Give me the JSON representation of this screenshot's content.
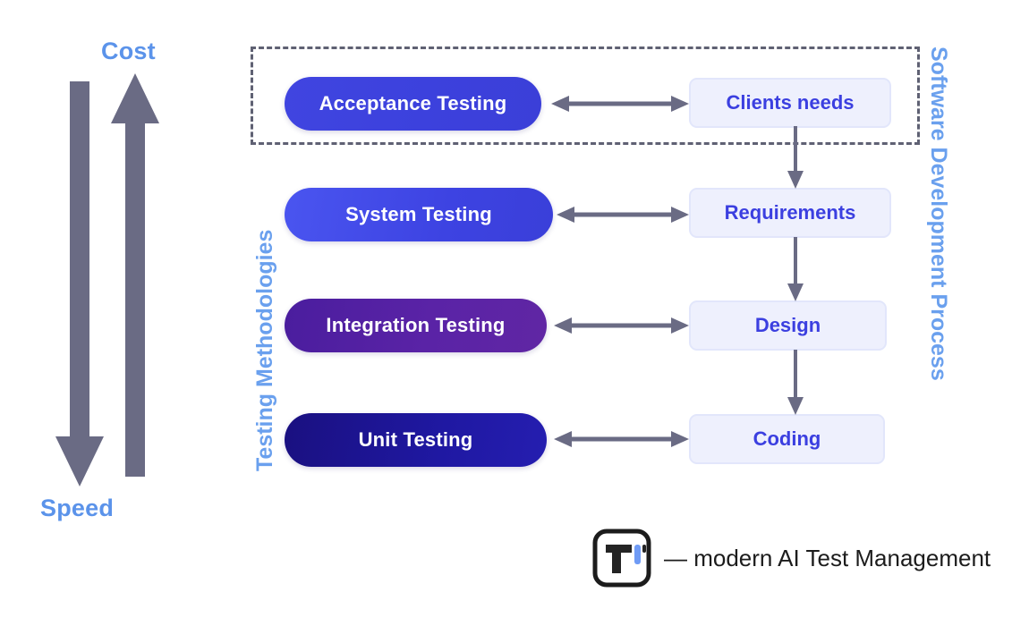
{
  "diagram": {
    "axis": {
      "top_label": "Cost",
      "bottom_label": "Speed",
      "cost_arrow_direction": "up",
      "speed_arrow_direction": "down",
      "label_color": "#5b93ea",
      "arrow_color": "#6a6b84"
    },
    "side_captions": {
      "left": "Testing Methodologies",
      "right": "Software Development Process",
      "color": "#6aa0ee"
    },
    "group_box": {
      "style": "dashed",
      "color": "#5f6173",
      "contains": [
        "Acceptance Testing",
        "Clients needs"
      ]
    },
    "testing_levels": [
      {
        "label": "Acceptance Testing",
        "color": "#3c41dd",
        "text_color": "#ffffff"
      },
      {
        "label": "System Testing",
        "color": "#3d43e2",
        "text_color": "#ffffff"
      },
      {
        "label": "Integration Testing",
        "color": "#5a23a6",
        "text_color": "#ffffff"
      },
      {
        "label": "Unit Testing",
        "color": "#1f18a2",
        "text_color": "#ffffff"
      }
    ],
    "process_stages": [
      {
        "label": "Clients needs",
        "color": "#eef0fd",
        "text_color": "#3b3fe0"
      },
      {
        "label": "Requirements",
        "color": "#eef0fd",
        "text_color": "#3b3fe0"
      },
      {
        "label": "Design",
        "color": "#eef0fd",
        "text_color": "#3b3fe0"
      },
      {
        "label": "Coding",
        "color": "#eef0fd",
        "text_color": "#3b3fe0"
      }
    ],
    "links": [
      {
        "from": "Acceptance Testing",
        "to": "Clients needs",
        "type": "bidirectional"
      },
      {
        "from": "System Testing",
        "to": "Requirements",
        "type": "bidirectional"
      },
      {
        "from": "Integration Testing",
        "to": "Design",
        "type": "bidirectional"
      },
      {
        "from": "Unit Testing",
        "to": "Coding",
        "type": "bidirectional"
      },
      {
        "from": "Clients needs",
        "to": "Requirements",
        "type": "down"
      },
      {
        "from": "Requirements",
        "to": "Design",
        "type": "down"
      },
      {
        "from": "Design",
        "to": "Coding",
        "type": "down"
      }
    ]
  },
  "footer": {
    "logo_name": "testomat-logo",
    "tagline": "— modern AI Test Management",
    "logo_accent_color": "#6f9bf5",
    "logo_mark_color": "#1c1c1c"
  }
}
